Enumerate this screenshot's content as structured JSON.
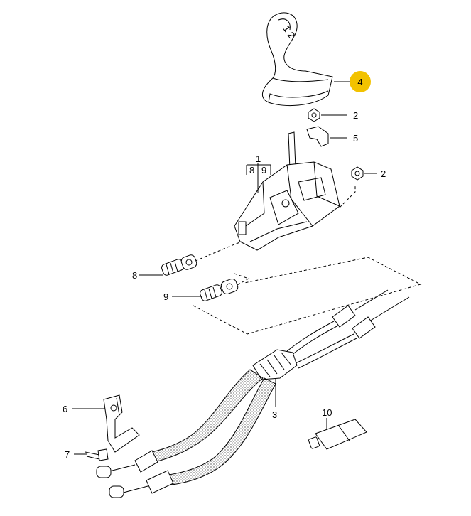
{
  "callouts": [
    {
      "id": "c1",
      "text": "1"
    },
    {
      "id": "c1a",
      "text": "8"
    },
    {
      "id": "c1b",
      "text": "9"
    },
    {
      "id": "c2a",
      "text": "2"
    },
    {
      "id": "c2b",
      "text": "2"
    },
    {
      "id": "c3",
      "text": "3"
    },
    {
      "id": "c4",
      "text": "4"
    },
    {
      "id": "c5",
      "text": "5"
    },
    {
      "id": "c6",
      "text": "6"
    },
    {
      "id": "c7",
      "text": "7"
    },
    {
      "id": "c8",
      "text": "8"
    },
    {
      "id": "c9",
      "text": "9"
    },
    {
      "id": "c10",
      "text": "10"
    }
  ],
  "highlight_color": "#f2c200"
}
